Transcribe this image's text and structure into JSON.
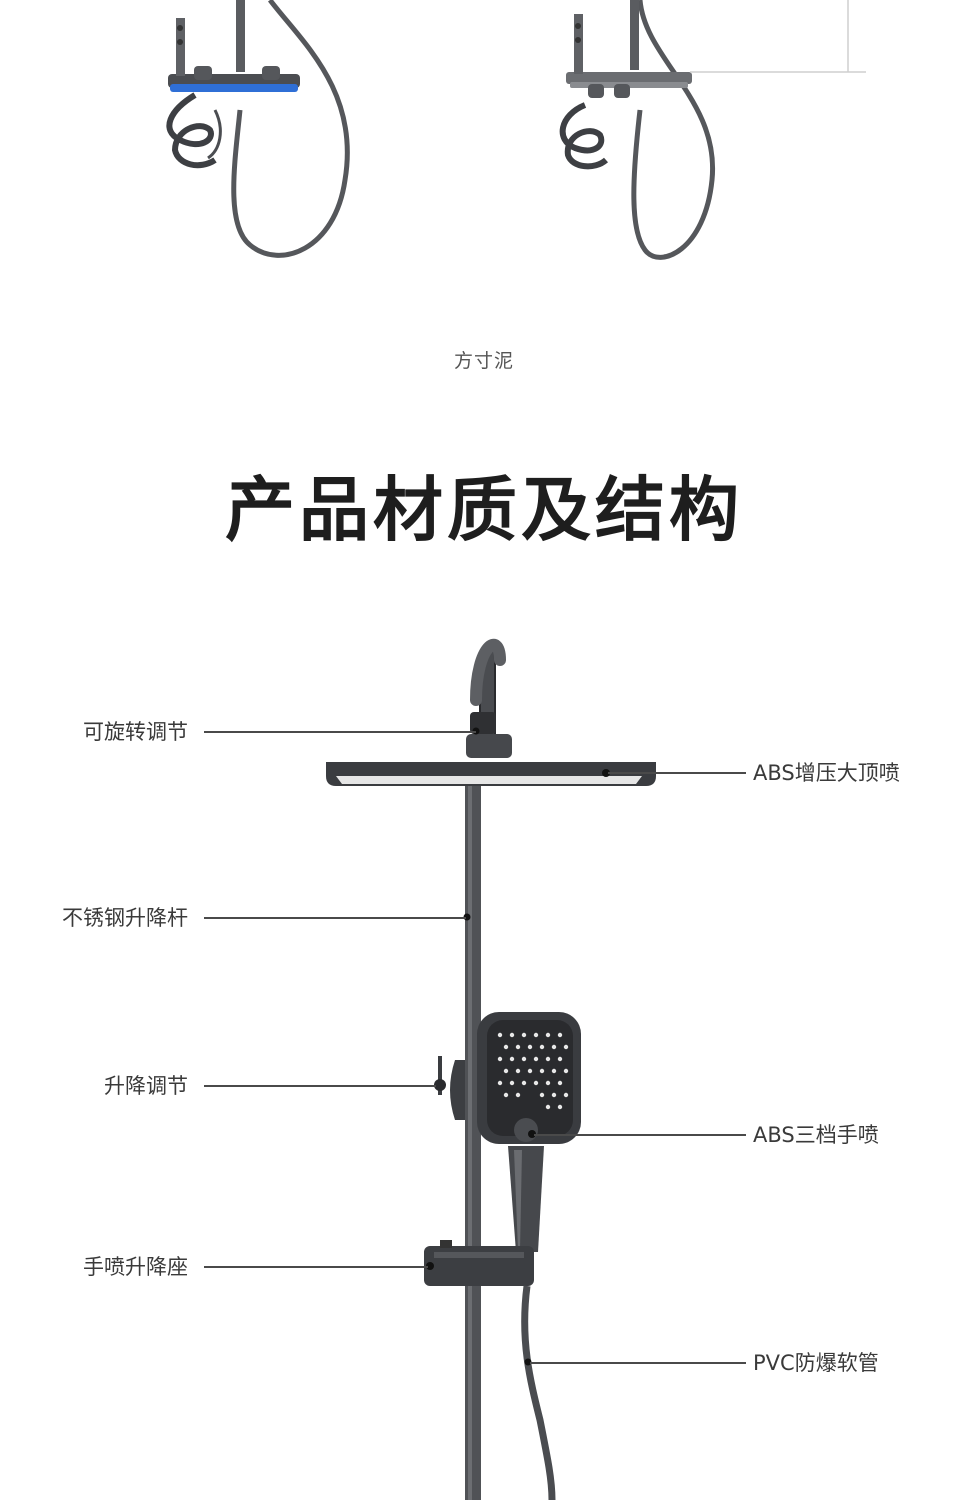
{
  "caption": "方寸泥",
  "section_title": "产品材质及结构",
  "left_labels": [
    {
      "text": "可旋转调节"
    },
    {
      "text": "不锈钢升降杆"
    },
    {
      "text": "升降调节"
    },
    {
      "text": "手喷升降座"
    }
  ],
  "right_labels": [
    {
      "text": "ABS增压大顶喷"
    },
    {
      "text": "ABS三档手喷"
    },
    {
      "text": "PVC防爆软管"
    }
  ],
  "colors": {
    "accent_blue": "#2f6fd6",
    "gunmetal": "#4a4c50",
    "dark": "#2a2b2e"
  }
}
